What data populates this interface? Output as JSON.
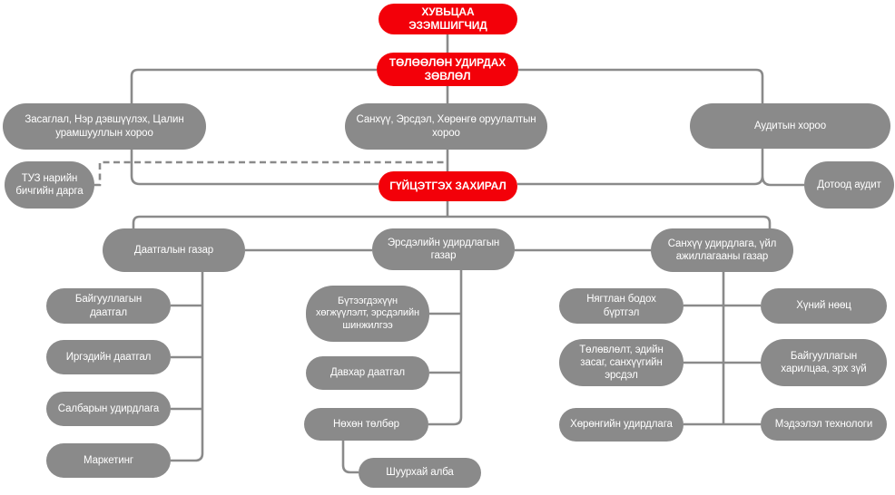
{
  "diagram_type": "org-chart",
  "colors": {
    "executive_node": "#f30009",
    "unit_node": "#8a8a8a",
    "node_text": "#ffffff",
    "connector": "#8a8a8a",
    "background": "#ffffff"
  },
  "nodes": {
    "shareholders": "ХУВЬЦАА ЭЗЭМШИГЧИД",
    "board": "ТӨЛӨӨЛӨН УДИРДАХ ЗӨВЛӨЛ",
    "committee_governance": "Засаглал, Нэр дэвшүүлэх, Цалин урамшууллын хороо",
    "committee_finance_risk": "Санхүү, Эрсдэл, Хөрөнгө оруулалтын хороо",
    "committee_audit": "Аудитын хороо",
    "board_secretary": "ТУЗ нарийн бичгийн дарга",
    "ceo": "ГҮЙЦЭТГЭХ ЗАХИРАЛ",
    "internal_audit": "Дотоод аудит",
    "dept_insurance": "Даатгалын газар",
    "dept_risk": "Эрсдэлийн удирдлагын газар",
    "dept_finance_ops": "Санхүү удирдлага, үйл ажиллагааны газар",
    "corporate_insurance": "Байгууллагын даатгал",
    "citizen_insurance": "Иргэдийн даатгал",
    "branch_management": "Салбарын удирдлага",
    "marketing": "Маркетинг",
    "product_dev_risk_analysis": "Бүтээгдэхүүн хөгжүүлэлт, эрсдэлийн шинжилгээ",
    "reinsurance": "Давхар даатгал",
    "claims": "Нөхөн төлбөр",
    "emergency_service": "Шуурхай алба",
    "accounting": "Нягтлан бодох бүртгэл",
    "planning_economy_fin_risk": "Төлөвлөлт, эдийн засаг, санхүүгийн эрсдэл",
    "asset_management": "Хөрөнгийн удирдлага",
    "human_resources": "Хүний нөөц",
    "corporate_relations_legal": "Байгууллагын харилцаа, эрх зүй",
    "information_technology": "Мэдээлэл технологи"
  },
  "edges": [
    {
      "from": "shareholders",
      "to": "board",
      "style": "solid"
    },
    {
      "from": "board",
      "to": "committee_governance",
      "style": "solid"
    },
    {
      "from": "board",
      "to": "committee_finance_risk",
      "style": "solid"
    },
    {
      "from": "board",
      "to": "committee_audit",
      "style": "solid"
    },
    {
      "from": "board_secretary",
      "to": "board",
      "style": "dashed"
    },
    {
      "from": "committee_governance",
      "to": "ceo",
      "style": "solid"
    },
    {
      "from": "committee_finance_risk",
      "to": "ceo",
      "style": "solid"
    },
    {
      "from": "committee_audit",
      "to": "ceo",
      "style": "solid"
    },
    {
      "from": "committee_audit",
      "to": "internal_audit",
      "style": "solid"
    },
    {
      "from": "ceo",
      "to": "dept_insurance",
      "style": "solid"
    },
    {
      "from": "ceo",
      "to": "dept_risk",
      "style": "solid"
    },
    {
      "from": "ceo",
      "to": "dept_finance_ops",
      "style": "solid"
    },
    {
      "from": "dept_insurance",
      "to": "corporate_insurance",
      "style": "solid"
    },
    {
      "from": "dept_insurance",
      "to": "citizen_insurance",
      "style": "solid"
    },
    {
      "from": "dept_insurance",
      "to": "branch_management",
      "style": "solid"
    },
    {
      "from": "dept_insurance",
      "to": "marketing",
      "style": "solid"
    },
    {
      "from": "dept_risk",
      "to": "product_dev_risk_analysis",
      "style": "solid"
    },
    {
      "from": "dept_risk",
      "to": "reinsurance",
      "style": "solid"
    },
    {
      "from": "dept_risk",
      "to": "claims",
      "style": "solid"
    },
    {
      "from": "claims",
      "to": "emergency_service",
      "style": "solid"
    },
    {
      "from": "dept_finance_ops",
      "to": "accounting",
      "style": "solid"
    },
    {
      "from": "dept_finance_ops",
      "to": "planning_economy_fin_risk",
      "style": "solid"
    },
    {
      "from": "dept_finance_ops",
      "to": "asset_management",
      "style": "solid"
    },
    {
      "from": "dept_finance_ops",
      "to": "human_resources",
      "style": "solid"
    },
    {
      "from": "dept_finance_ops",
      "to": "corporate_relations_legal",
      "style": "solid"
    },
    {
      "from": "dept_finance_ops",
      "to": "information_technology",
      "style": "solid"
    }
  ]
}
